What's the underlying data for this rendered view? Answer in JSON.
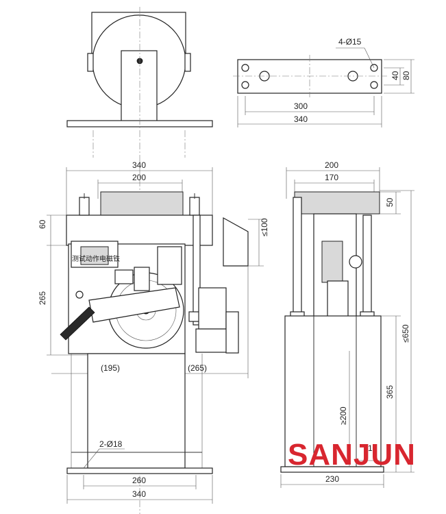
{
  "dimensions": {
    "top_plate_holes": "4-Ø15",
    "plate_hole_spacing_v": "40",
    "plate_height": "80",
    "plate_hole_spacing_h": "300",
    "plate_width": "340",
    "front_overall_width": "340",
    "front_inner_width": "200",
    "front_top_height": "60",
    "front_body_height": "265",
    "front_bracket_height": "≤100",
    "front_left_offset": "(195)",
    "front_right_offset": "(265)",
    "base_holes": "2-Ø18",
    "base_hole_spacing": "260",
    "base_width": "340",
    "side_overall_width": "200",
    "side_inner_width": "170",
    "side_top_height": "50",
    "side_total_height": "≤650",
    "side_column_height": "365",
    "side_min_height": "≥200",
    "side_base_offset": "10",
    "side_base_width": "230"
  },
  "labels": {
    "test_magnet": "测试动作电磁铁"
  },
  "logo": {
    "text": "SANJUN",
    "color": "#d8262f"
  }
}
